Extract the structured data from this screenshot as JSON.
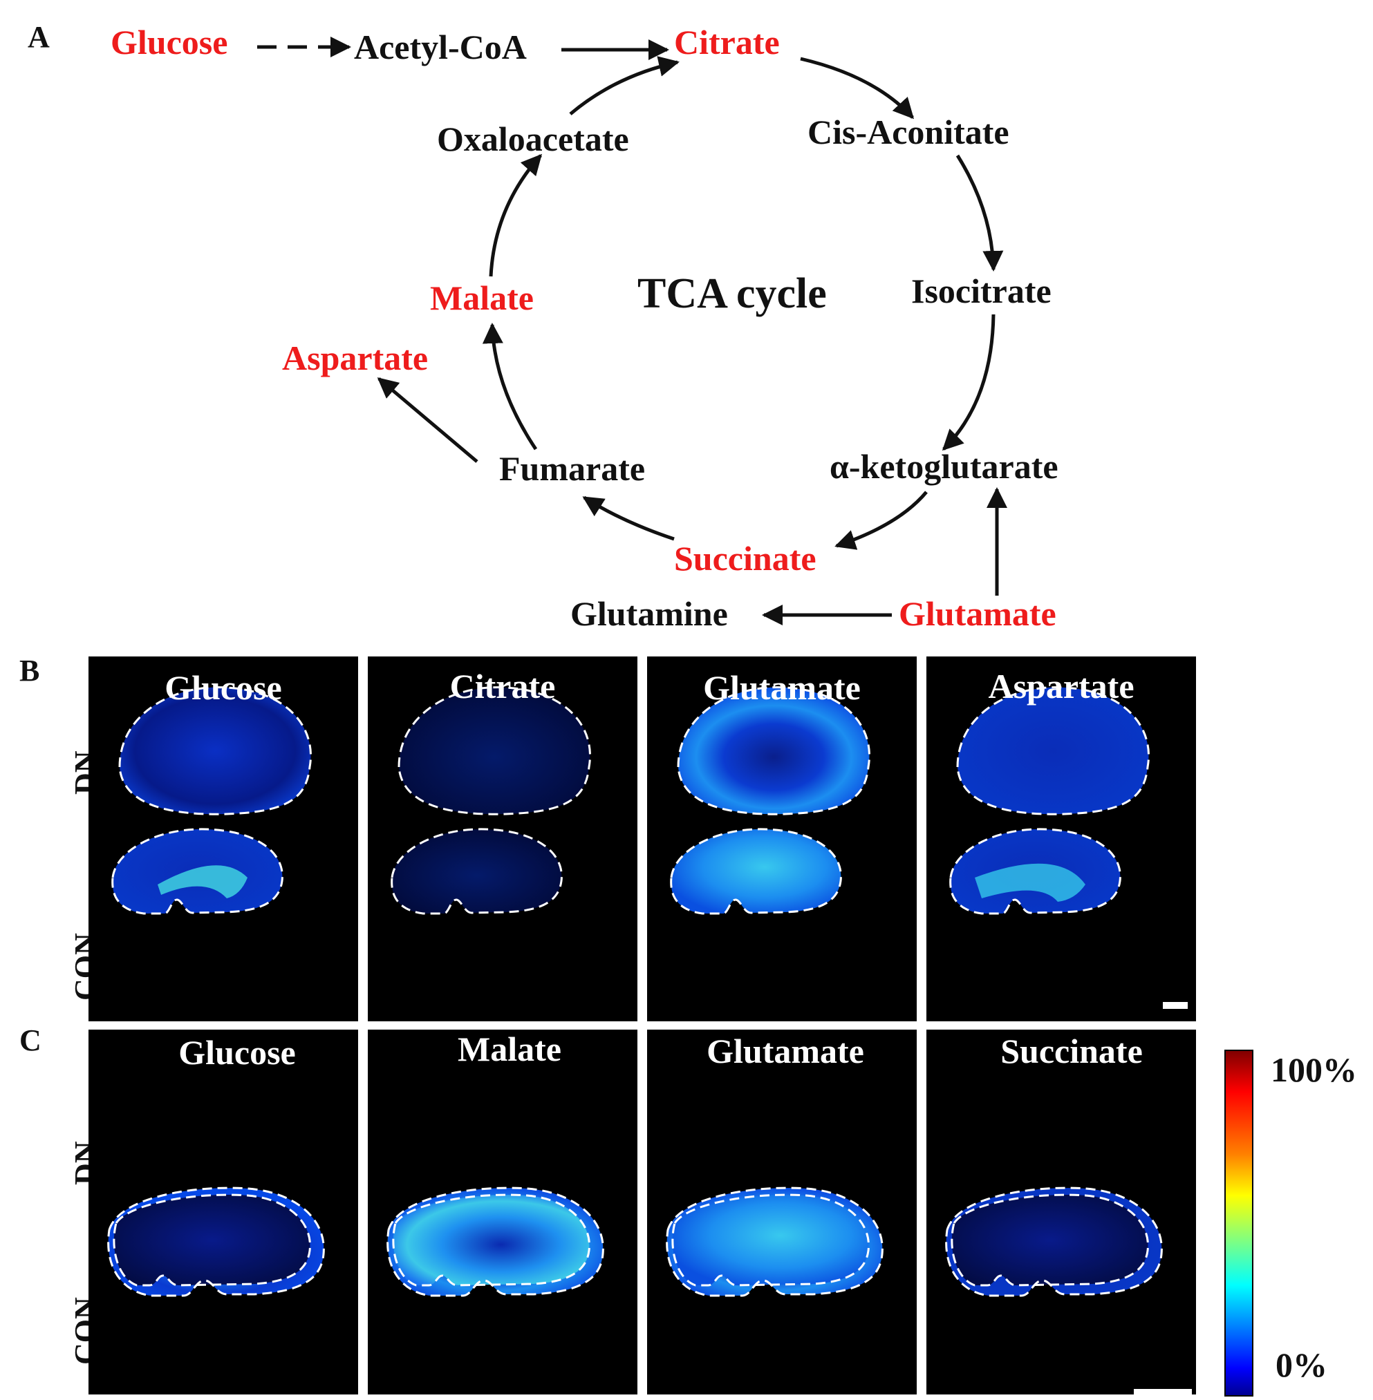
{
  "panels": {
    "a": "A",
    "b": "B",
    "c": "C"
  },
  "pathway": {
    "center": "TCA cycle",
    "colors": {
      "highlight": "#ee1c1c",
      "normal": "#111111"
    },
    "nodes": {
      "glucose": {
        "text": "Glucose",
        "highlight": true
      },
      "acetylcoa": {
        "text": "Acetyl-CoA",
        "highlight": false
      },
      "citrate": {
        "text": "Citrate",
        "highlight": true
      },
      "cisacon": {
        "text": "Cis-Aconitate",
        "highlight": false
      },
      "isocitrate": {
        "text": "Isocitrate",
        "highlight": false
      },
      "akg": {
        "text": "α-ketoglutarate",
        "highlight": false
      },
      "succinate": {
        "text": "Succinate",
        "highlight": true
      },
      "fumarate": {
        "text": "Fumarate",
        "highlight": false
      },
      "malate": {
        "text": "Malate",
        "highlight": true
      },
      "oxaloacetate": {
        "text": "Oxaloacetate",
        "highlight": false
      },
      "aspartate": {
        "text": "Aspartate",
        "highlight": true
      },
      "glutamate": {
        "text": "Glutamate",
        "highlight": true
      },
      "glutamine": {
        "text": "Glutamine",
        "highlight": false
      }
    }
  },
  "rows": {
    "dn": "DN",
    "con": "CON"
  },
  "panel_b": {
    "titles": [
      "Glucose",
      "Citrate",
      "Glutamate",
      "Aspartate"
    ]
  },
  "panel_c": {
    "titles": [
      "Glucose",
      "Malate",
      "Glutamate",
      "Succinate"
    ]
  },
  "colorbar": {
    "max_label": "100%",
    "min_label": "0%",
    "colormap": "jet",
    "stops": [
      "#7f0000",
      "#ff0000",
      "#ff7f00",
      "#ffff00",
      "#7fff7f",
      "#00ffff",
      "#007fff",
      "#0000ff",
      "#00008f"
    ]
  }
}
